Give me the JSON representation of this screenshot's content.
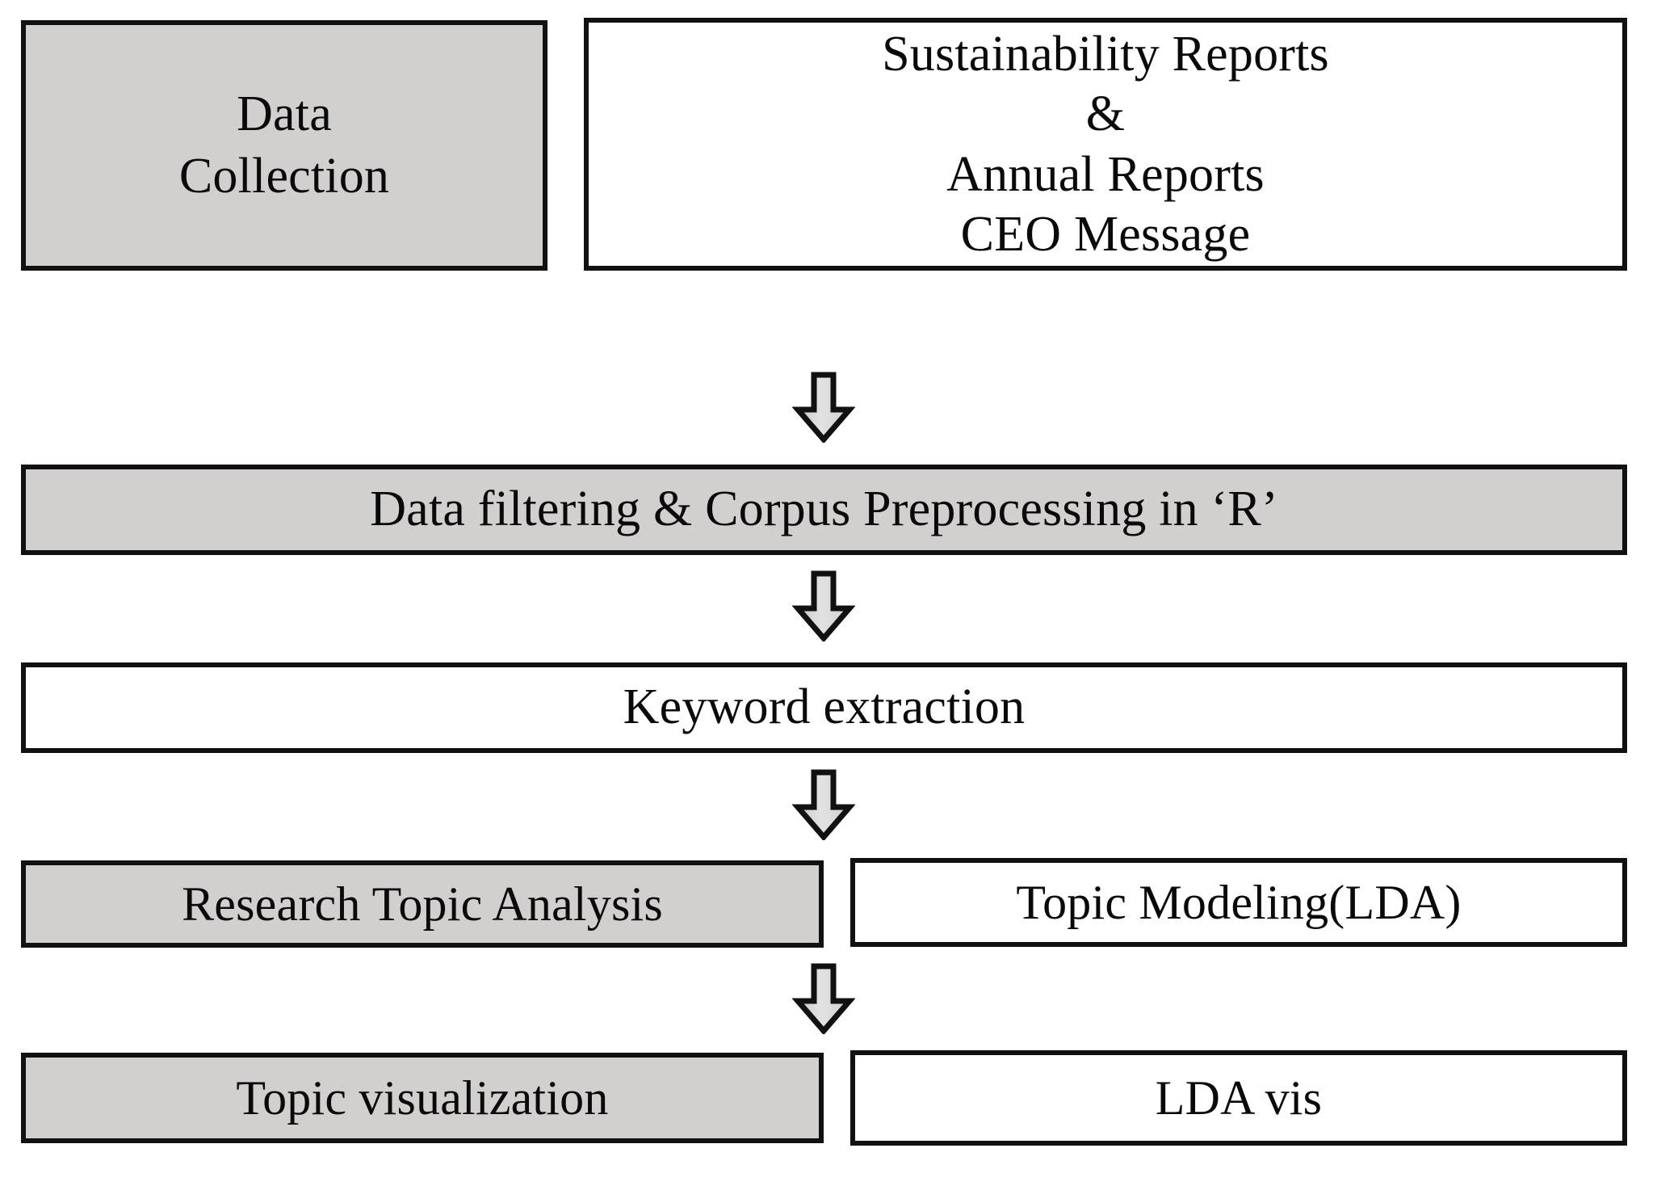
{
  "diagram": {
    "title": "Research methodology flowchart",
    "colors": {
      "box_fill_gray": "#d3cfcf",
      "box_fill_white": "#ffffff",
      "border": "#111111",
      "text": "#0a0a0a",
      "arrow_fill": "#d8d8d8",
      "arrow_outline": "#111111",
      "background": "#ffffff"
    },
    "rows": [
      {
        "id": "row-1",
        "left_box": {
          "label": "Data\nCollection",
          "fill": "gray"
        },
        "right_box": {
          "label": "Sustainability Reports\n&\nAnnual Reports\nCEO Message",
          "fill": "white"
        }
      },
      {
        "id": "row-2",
        "full_box": {
          "label": "Data filtering & Corpus Preprocessing in ‘R’",
          "fill": "gray"
        }
      },
      {
        "id": "row-3",
        "full_box": {
          "label": "Keyword extraction",
          "fill": "white"
        }
      },
      {
        "id": "row-4",
        "left_box": {
          "label": "Research Topic Analysis",
          "fill": "gray"
        },
        "right_box": {
          "label": "Topic Modeling(LDA)",
          "fill": "white"
        }
      },
      {
        "id": "row-5",
        "left_box": {
          "label": "Topic visualization",
          "fill": "gray"
        },
        "right_box": {
          "label": "LDA vis",
          "fill": "white"
        }
      }
    ],
    "arrows": [
      {
        "id": "arrow-1",
        "icon": "down-block-arrow-icon",
        "from": "row-1",
        "to": "row-2"
      },
      {
        "id": "arrow-2",
        "icon": "down-block-arrow-icon",
        "from": "row-2",
        "to": "row-3"
      },
      {
        "id": "arrow-3",
        "icon": "down-block-arrow-icon",
        "from": "row-3",
        "to": "row-4"
      },
      {
        "id": "arrow-4",
        "icon": "down-block-arrow-icon",
        "from": "row-4",
        "to": "row-5"
      }
    ]
  }
}
